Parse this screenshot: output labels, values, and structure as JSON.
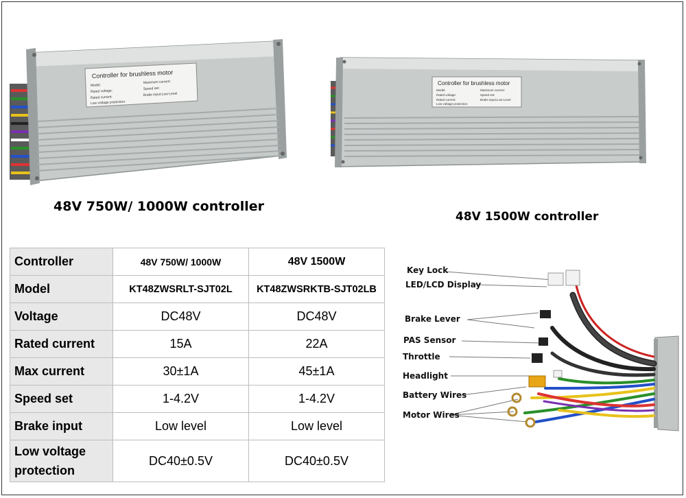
{
  "captions": {
    "left": "48V 750W/ 1000W controller",
    "right": "48V 1500W controller"
  },
  "product_label": {
    "title": "Controller for brushless motor",
    "lines_left": [
      "Model:",
      "Rated voltage:",
      "Rated current:",
      "Low voltage protection:"
    ],
    "lines_right": [
      "Maximum current:",
      "Speed set:",
      "Brake input:Low-Level"
    ]
  },
  "table": {
    "header": {
      "label": "Controller",
      "col1": "48V 750W/ 1000W",
      "col2": "48V 1500W"
    },
    "rows": [
      {
        "label": "Model",
        "col1": "KT48ZWSRLT-SJT02L",
        "col2": "KT48ZWSRKTB-SJT02LB"
      },
      {
        "label": "Voltage",
        "col1": "DC48V",
        "col2": "DC48V"
      },
      {
        "label": "Rated current",
        "col1": "15A",
        "col2": "22A"
      },
      {
        "label": "Max current",
        "col1": "30±1A",
        "col2": "45±1A"
      },
      {
        "label": "Speed set",
        "col1": "1-4.2V",
        "col2": "1-4.2V"
      },
      {
        "label": "Brake input",
        "col1": "Low level",
        "col2": "Low level"
      },
      {
        "label_line1": "Low voltage",
        "label_line2": "protection",
        "col1": "DC40±0.5V",
        "col2": "DC40±0.5V"
      }
    ]
  },
  "wiring": {
    "labels": [
      "Key Lock",
      "LED/LCD Display",
      "Brake Lever",
      "PAS Sensor",
      "Throttle",
      "Headlight",
      "Battery Wires",
      "Motor Wires"
    ]
  },
  "colors": {
    "housing": "#c9cdcc",
    "housing_dark": "#9aa0a0",
    "table_label_bg": "#e8e8e8",
    "table_border": "#bdbdbd"
  }
}
